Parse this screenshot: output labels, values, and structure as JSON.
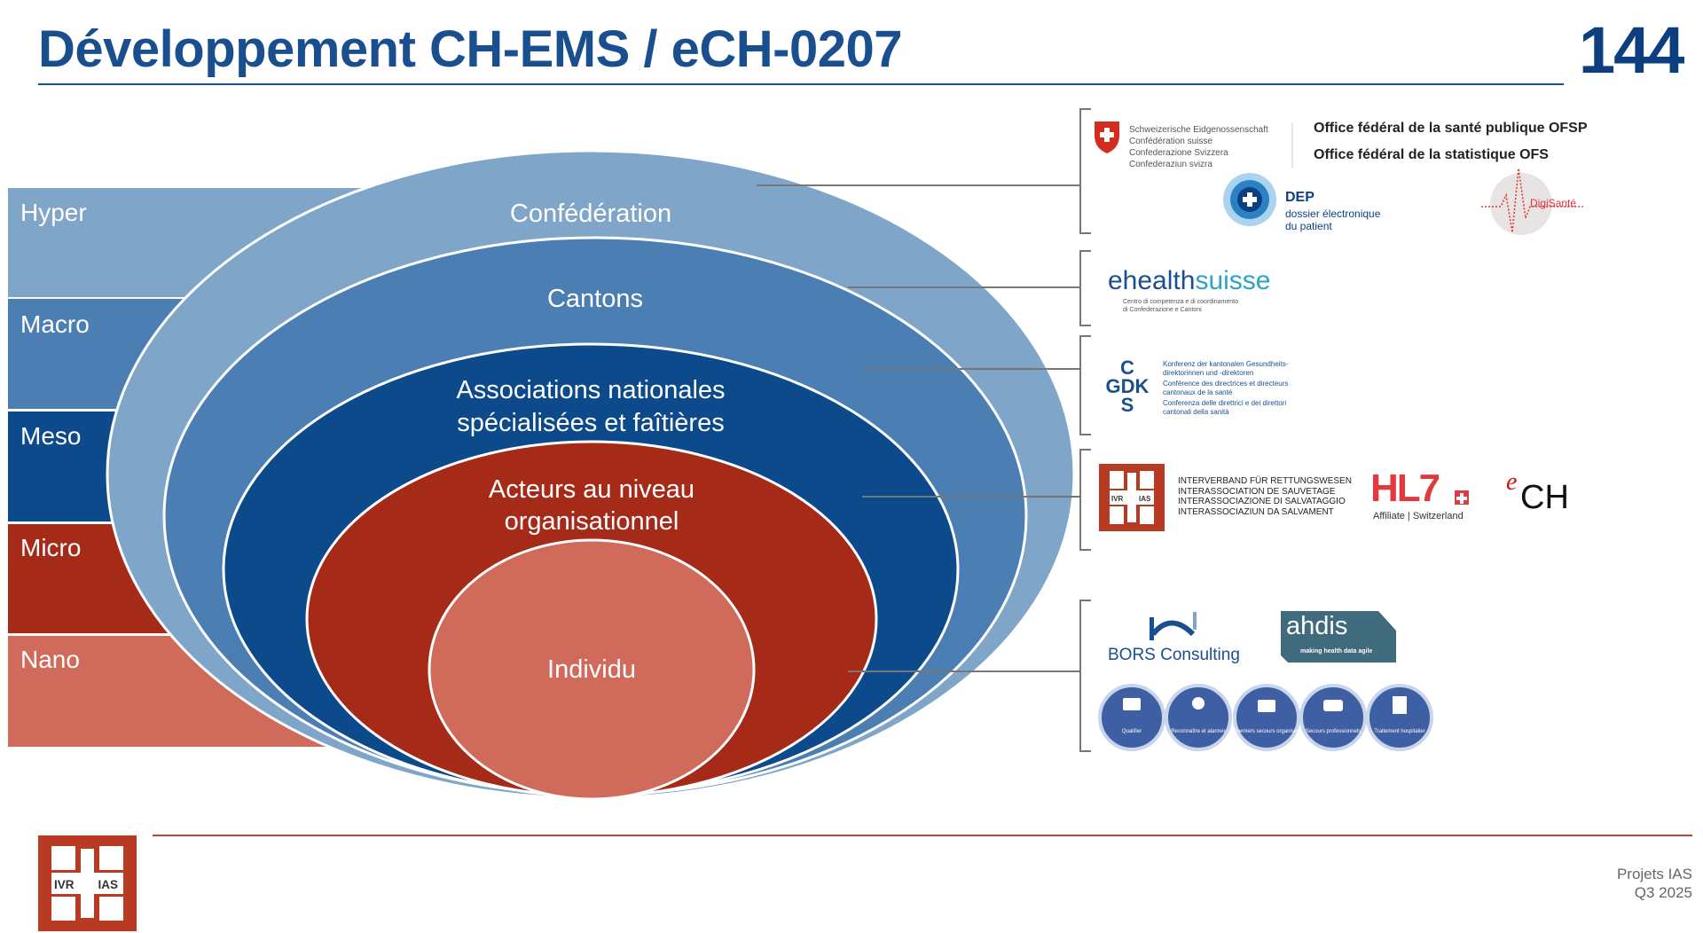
{
  "header": {
    "title": "Développement CH-EMS / eCH-0207",
    "page_number": "144"
  },
  "levels": [
    {
      "label": "Hyper",
      "color": "#7fa5c8"
    },
    {
      "label": "Macro",
      "color": "#4b7fb4"
    },
    {
      "label": "Meso",
      "color": "#0d4a8c"
    },
    {
      "label": "Micro",
      "color": "#a52a18"
    },
    {
      "label": "Nano",
      "color": "#d06a5a"
    }
  ],
  "rings": {
    "confederation": "Confédération",
    "cantons": "Cantons",
    "associations_line1": "Associations nationales",
    "associations_line2": "spécialisées et faîtières",
    "acteurs_line1": "Acteurs au niveau",
    "acteurs_line2": "organisationnel",
    "individu": "Individu"
  },
  "logos": {
    "swiss_admin": [
      "Schweizerische Eidgenossenschaft",
      "Confédération suisse",
      "Confederazione Svizzera",
      "Confederaziun svizra"
    ],
    "ofsp": "Office fédéral de la santé publique OFSP",
    "ofs": "Office fédéral de la statistique OFS",
    "dep_title": "DEP",
    "dep_sub1": "dossier électronique",
    "dep_sub2": "du patient",
    "digisante": "DigiSanté",
    "ehealth_a": "ehealth",
    "ehealth_b": "suisse",
    "ehealth_sub1": "Centro di competenza e di coordinamento",
    "ehealth_sub2": "di Confederazione e Cantoni",
    "gdk_letters": [
      "C",
      "GDK",
      "S"
    ],
    "gdk_text": [
      "Konferenz der kantonalen Gesundheits-",
      "direktorinnen und -direktoren",
      "Conférence des directrices et directeurs",
      "cantonaux de la santé",
      "Conferenza delle direttrici e dei direttori",
      "cantonali della sanità"
    ],
    "ivr_left": "IVR",
    "ivr_right": "IAS",
    "ivr_text": [
      "INTERVERBAND FÜR RETTUNGSWESEN",
      "INTERASSOCIATION DE SAUVETAGE",
      "INTERASSOCIAZIONE DI SALVATAGGIO",
      "INTERASSOCIAZIUN DA SALVAMENT"
    ],
    "hl7": "HL7",
    "hl7_sub": "Affiliate | Switzerland",
    "ech_e": "e",
    "ech_ch": "CH",
    "bors": "BORS Consulting",
    "ahdis": "ahdis",
    "ahdis_sub": "making health data agile",
    "chain": [
      "Qualifier",
      "Reconnaître et alarmer",
      "Premiers secours organisés",
      "Secours professionnels",
      "Traitement hospitalier"
    ]
  },
  "footer": {
    "line1": "Projets IAS",
    "line2": "Q3 2025",
    "logo_left": "IVR",
    "logo_right": "IAS"
  }
}
